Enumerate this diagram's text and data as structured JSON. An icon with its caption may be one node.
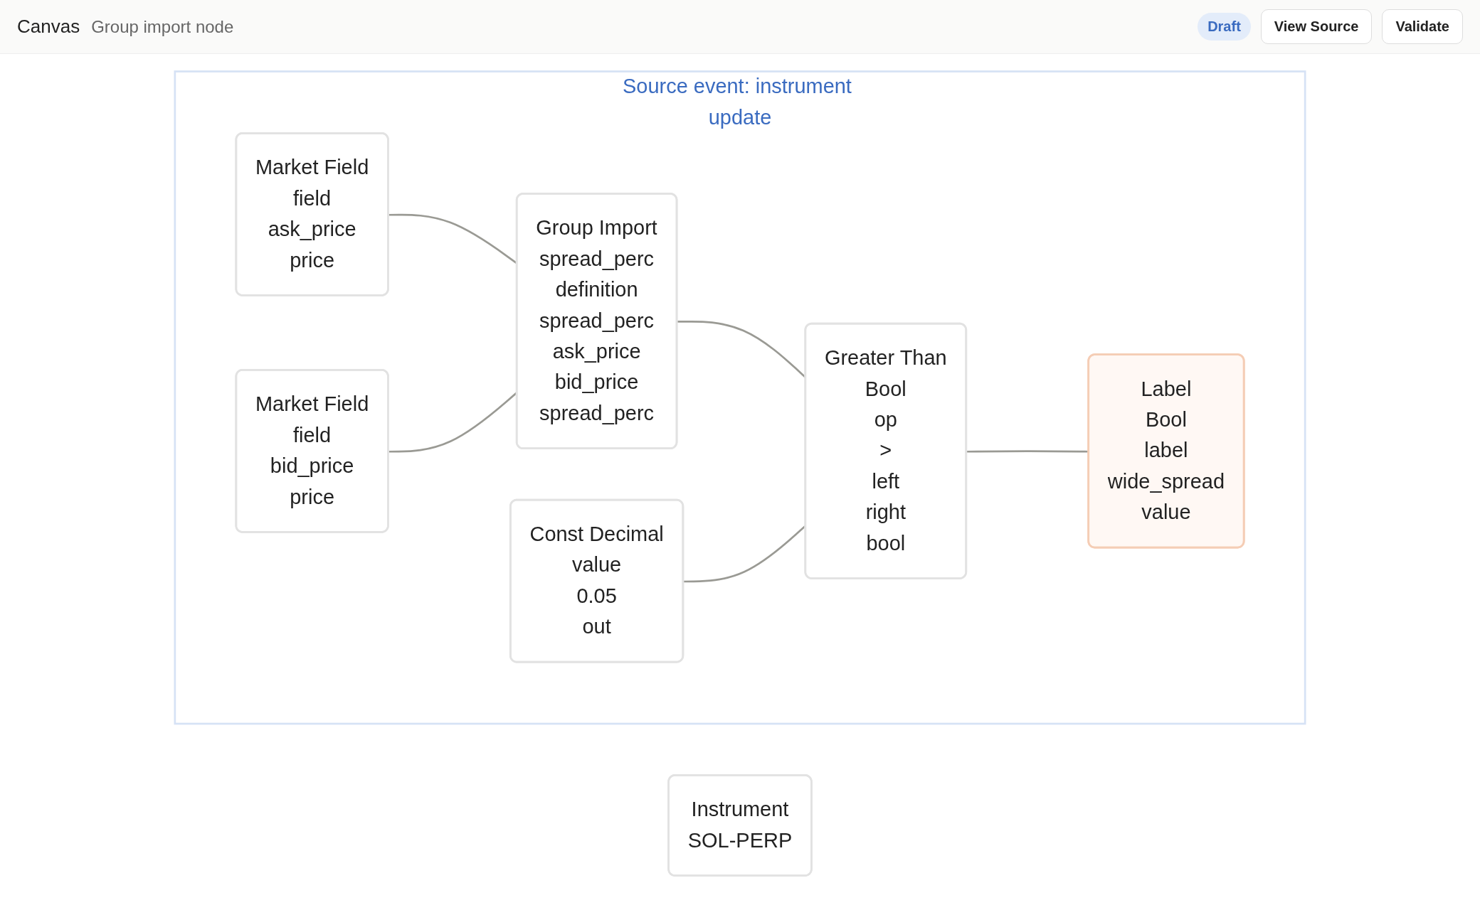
{
  "diagram": {
    "title": "Canvas",
    "nodes": [
      {
        "text": [
          "Instrument",
          "SOL-PERP"
        ]
      },
      {
        "text": [
          "Source event: instrument update"
        ]
      },
      {
        "text": [
          "Market Field",
          "field",
          "ask_price",
          "price"
        ],
        "in": 1
      },
      {
        "text": [
          "Market Field",
          "field",
          "bid_price",
          "price"
        ],
        "in": 1
      },
      {
        "text": [
          "Group Import",
          "spread_perc",
          "definition",
          "spread_perc",
          "ask_price",
          "bid_price",
          "spread_perc"
        ],
        "in": 1
      },
      {
        "text": [
          "Greater Than",
          "Bool",
          "op",
          ">",
          "left",
          "right",
          "bool"
        ],
        "in": 1
      },
      {
        "text": [
          "Label",
          "Bool",
          "label",
          "wide_spread",
          "value"
        ],
        "in": 1
      },
      {
        "text": [
          "Const Decimal",
          "value",
          "0.05",
          "out"
        ],
        "in": 1
      }
    ],
    "edges": [
      {
        "from": 2,
        "to": 4,
        "arrow": "none"
      },
      {
        "from": 3,
        "to": 4,
        "arrow": "none"
      },
      {
        "from": 4,
        "to": 5,
        "arrow": "none"
      },
      {
        "from": 7,
        "to": 5,
        "arrow": "none"
      },
      {
        "from": 5,
        "to": 6,
        "arrow": "none"
      }
    ],
    "labels": [
      "Group import node",
      "Draft",
      "View Source",
      "Validate"
    ]
  }
}
